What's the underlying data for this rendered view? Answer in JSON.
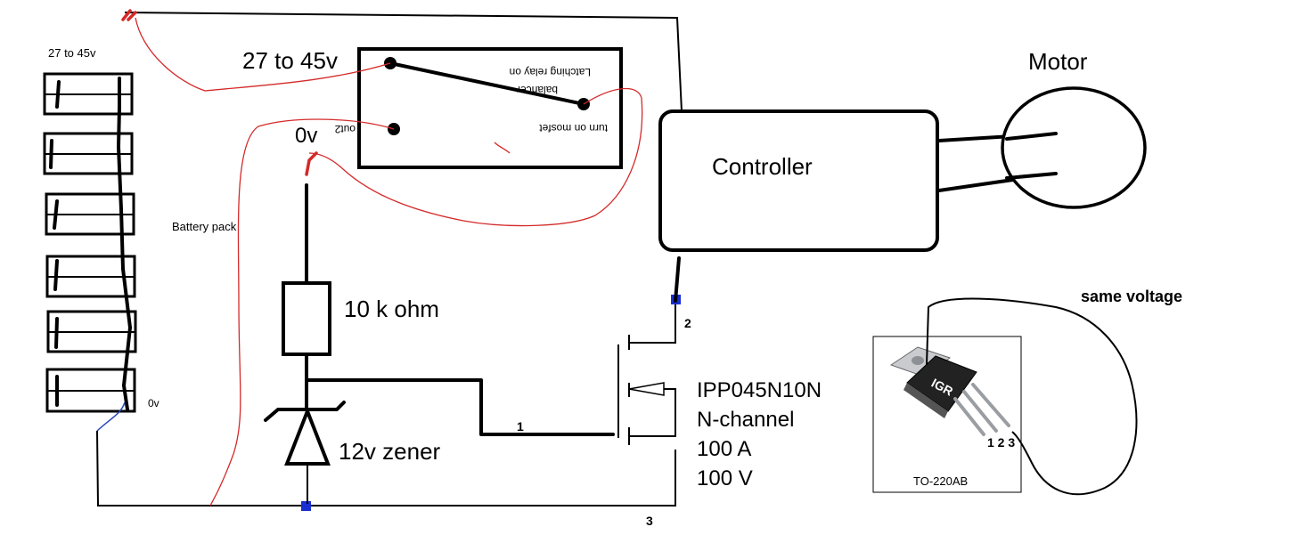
{
  "labels": {
    "battery_voltage": "27 to 45v",
    "battery_pack": "Battery pack",
    "battery_zero": "0v",
    "relay_voltage": "27 to 45v",
    "relay_text_top": "Latching relay on",
    "relay_text_top2": "balancer",
    "relay_text_bottom": "turn on mosfet",
    "relay_out2": "out2",
    "zero_v": "0v",
    "resistor": "10 k ohm",
    "zener": "12v zener",
    "controller": "Controller",
    "motor": "Motor",
    "mosfet_part": "IPP045N10N",
    "mosfet_type": "N-channel",
    "mosfet_current": "100 A",
    "mosfet_voltage": "100 V",
    "pin_gate": "1",
    "pin_drain": "2",
    "pin_source": "3",
    "same_voltage": "same voltage",
    "package": "TO-220AB",
    "package_pins": "1 2 3",
    "logo": "IGR"
  },
  "colors": {
    "wire": "#000000",
    "positive_wire": "#d42a2a",
    "negative_wire": "#2848b8",
    "junction": "#1a2fd0"
  }
}
